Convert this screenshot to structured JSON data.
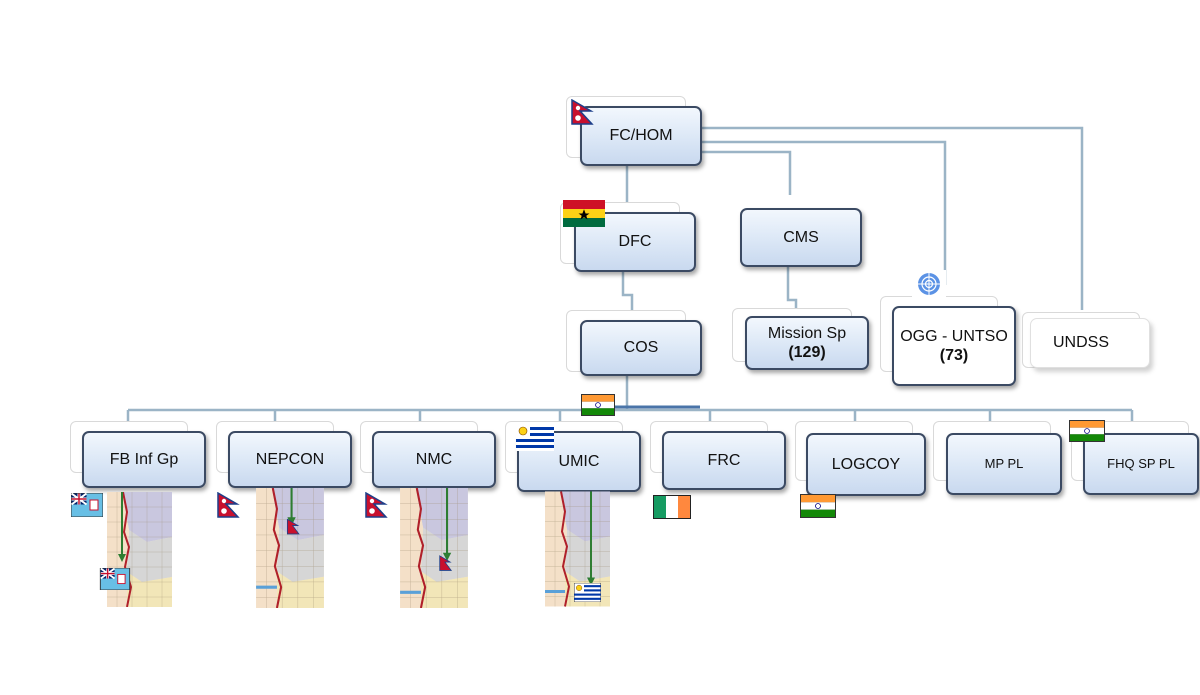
{
  "nodes": {
    "fc_hom": "FC/HOM",
    "dfc": "DFC",
    "cms": "CMS",
    "cos": "COS",
    "mission_sp": {
      "label": "Mission Sp",
      "count": "(129)"
    },
    "ogg_untso": {
      "label": "OGG - UNTSO",
      "count": "(73)"
    },
    "undss": "UNDSS",
    "fb_inf_gp": "FB Inf  Gp",
    "nepcon": "NEPCON",
    "nmc": "NMC",
    "umic": "UMIC",
    "frc": "FRC",
    "logcoy": "LOGCOY",
    "mp_pl": "MP  PL",
    "fhq_sp_pl": "FHQ SP PL"
  },
  "flags": [
    "nepal-flag",
    "ghana-flag",
    "un-emblem",
    "india-flag",
    "uruguay-flag",
    "fiji-flag",
    "ireland-flag"
  ],
  "colors": {
    "node_border": "#3b4a63",
    "node_fill": "#dbe7f6",
    "connector": "#9bb4c6",
    "map_border_line": "#b0202a",
    "map_arrow": "#2e7d32"
  }
}
